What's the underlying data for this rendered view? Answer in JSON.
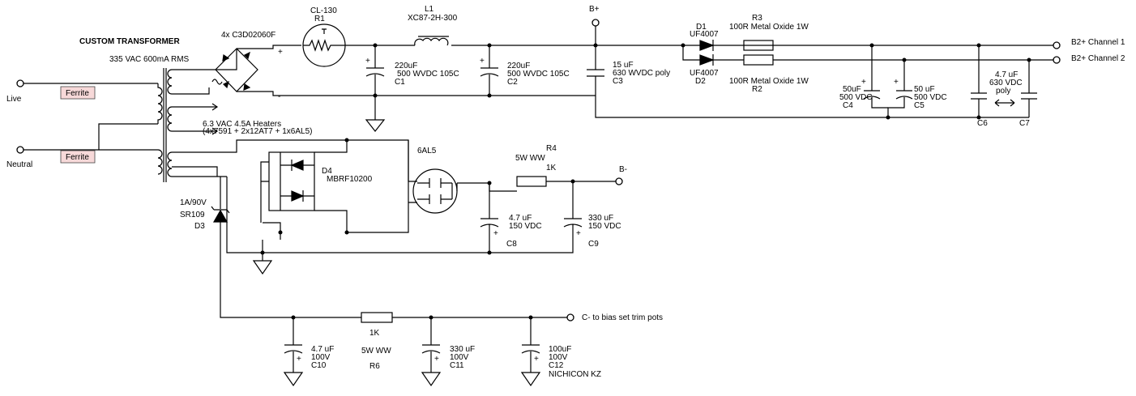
{
  "transformer": {
    "title": "CUSTOM TRANSFORMER",
    "rating": "335 VAC 600mA RMS",
    "heaters_line1": "6.3 VAC 4.5A Heaters",
    "heaters_line2": "(4x7591 + 2x12AT7 + 1x6AL5)"
  },
  "mains": {
    "live": "Live",
    "neutral": "Neutral",
    "ferrite": "Ferrite"
  },
  "bridge": {
    "label": "4x C3D02060F",
    "plus": "+",
    "minus": "-"
  },
  "r1": {
    "part": "CL-130",
    "ref": "R1"
  },
  "l1": {
    "ref": "L1",
    "part": "XC87-2H-300"
  },
  "c1": {
    "value": "220uF",
    "rating": "500 WVDC 105C",
    "ref": "C1"
  },
  "c2": {
    "value": "220uF",
    "rating": "500 WVDC 105C",
    "ref": "C2"
  },
  "c3": {
    "value": "15 uF",
    "rating": "630 WVDC poly",
    "ref": "C3"
  },
  "bplus": "B+",
  "d1": {
    "ref": "D1",
    "part": "UF4007"
  },
  "d2": {
    "part": "UF4007",
    "ref": "D2"
  },
  "r3": {
    "ref": "R3",
    "desc": "100R Metal Oxide 1W"
  },
  "r2": {
    "desc": "100R Metal Oxide 1W",
    "ref": "R2"
  },
  "c4": {
    "value": "50uF",
    "rating": "500 VDC",
    "ref": "C4"
  },
  "c5": {
    "value": "50 uF",
    "rating": "500 VDC",
    "ref": "C5"
  },
  "c6c7": {
    "value": "4.7 uF",
    "rating": "630 VDC",
    "type": "poly",
    "ref6": "C6",
    "ref7": "C7"
  },
  "outputs": {
    "ch1": "B2+ Channel 1",
    "ch2": "B2+ Channel 2"
  },
  "d4": {
    "ref": "D4",
    "part": "MBRF10200"
  },
  "tube": {
    "label": "6AL5"
  },
  "r4": {
    "ref": "R4",
    "desc": "5W WW",
    "value": "1K"
  },
  "bminus": "B-",
  "c8": {
    "value": "4.7 uF",
    "rating": "150 VDC",
    "ref": "C8"
  },
  "c9": {
    "value": "330 uF",
    "rating": "150 VDC",
    "ref": "C9"
  },
  "d3": {
    "rating": "1A/90V",
    "part": "SR109",
    "ref": "D3"
  },
  "r6": {
    "value": "1K",
    "desc": "5W WW",
    "ref": "R6"
  },
  "cminus": "C- to bias set trim pots",
  "c10": {
    "value": "4.7 uF",
    "rating": "100V",
    "ref": "C10"
  },
  "c11": {
    "value": "330 uF",
    "rating": "100V",
    "ref": "C11"
  },
  "c12": {
    "value": "100uF",
    "rating": "100V",
    "ref": "C12",
    "brand": "NICHICON KZ"
  }
}
